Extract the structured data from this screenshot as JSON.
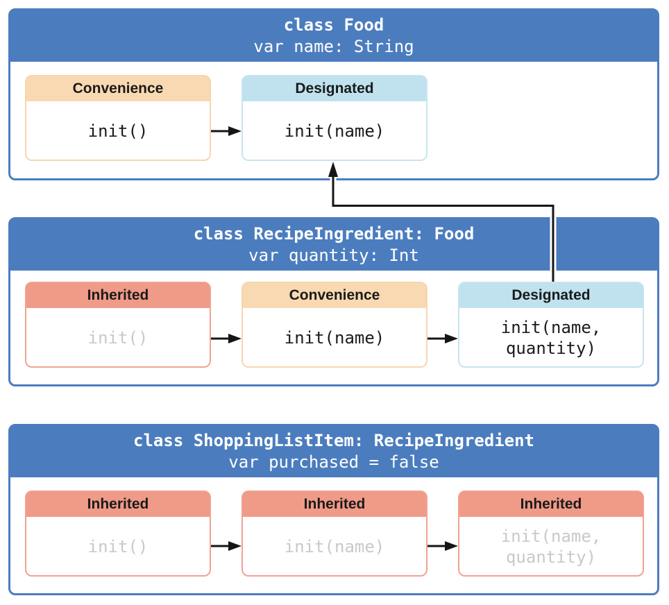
{
  "diagram": {
    "title": "Initializer delegation class diagram",
    "colors": {
      "class_header_blue": "#4b7dbe",
      "convenience_header": "#f8d9b2",
      "designated_header": "#bfe2ee",
      "inherited_header": "#f09a88",
      "disabled_text_gray": "#c9c9c9",
      "active_text_black": "#1b1b1b",
      "header_text_white": "#ffffff",
      "arrow_black": "#151515"
    }
  },
  "classes": [
    {
      "title": "class Food",
      "subtitle": "var name: String",
      "initializers": [
        {
          "kind": "Convenience",
          "signature": "init()",
          "style": "convenience",
          "disabled": false
        },
        {
          "kind": "Designated",
          "signature": "init(name)",
          "style": "designated",
          "disabled": false
        }
      ]
    },
    {
      "title": "class RecipeIngredient: Food",
      "subtitle": "var quantity: Int",
      "initializers": [
        {
          "kind": "Inherited",
          "signature": "init()",
          "style": "inherited",
          "disabled": true
        },
        {
          "kind": "Convenience",
          "signature": "init(name)",
          "style": "convenience",
          "disabled": false
        },
        {
          "kind": "Designated",
          "signature": "init(name,\nquantity)",
          "style": "designated",
          "disabled": false
        }
      ]
    },
    {
      "title": "class ShoppingListItem: RecipeIngredient",
      "subtitle": "var purchased = false",
      "initializers": [
        {
          "kind": "Inherited",
          "signature": "init()",
          "style": "inherited",
          "disabled": true
        },
        {
          "kind": "Inherited",
          "signature": "init(name)",
          "style": "inherited",
          "disabled": true
        },
        {
          "kind": "Inherited",
          "signature": "init(name,\nquantity)",
          "style": "inherited",
          "disabled": true
        }
      ]
    }
  ],
  "icons": {
    "horizontal_arrow": "delegates-right-arrow-icon",
    "up_connector": "delegates-up-to-superclass-arrow-icon"
  }
}
